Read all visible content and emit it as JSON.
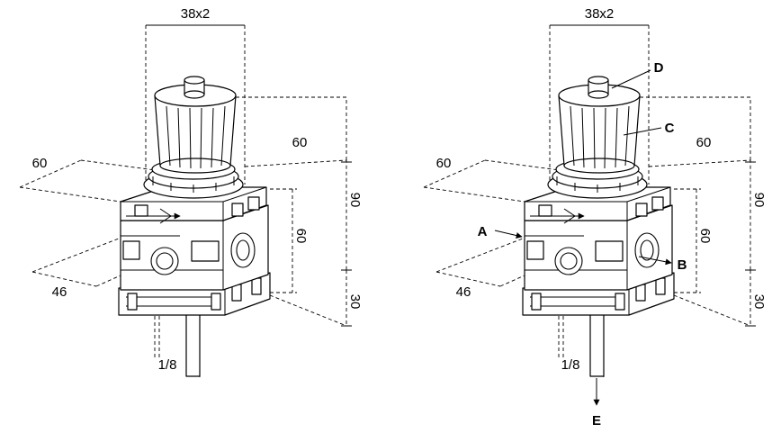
{
  "left": {
    "dim_top": "38x2",
    "dim_depth_right": "60",
    "dim_depth_left": "60",
    "dim_height_total": "90",
    "dim_height_mid": "60",
    "dim_height_bottom": "30",
    "dim_width": "46",
    "dim_port": "1/8"
  },
  "right": {
    "dim_top": "38x2",
    "dim_depth_right": "60",
    "dim_depth_left": "60",
    "dim_height_total": "90",
    "dim_height_mid": "60",
    "dim_height_bottom": "30",
    "dim_width": "46",
    "dim_port": "1/8",
    "label_a": "A",
    "label_b": "B",
    "label_c": "C",
    "label_d": "D",
    "label_e": "E"
  }
}
